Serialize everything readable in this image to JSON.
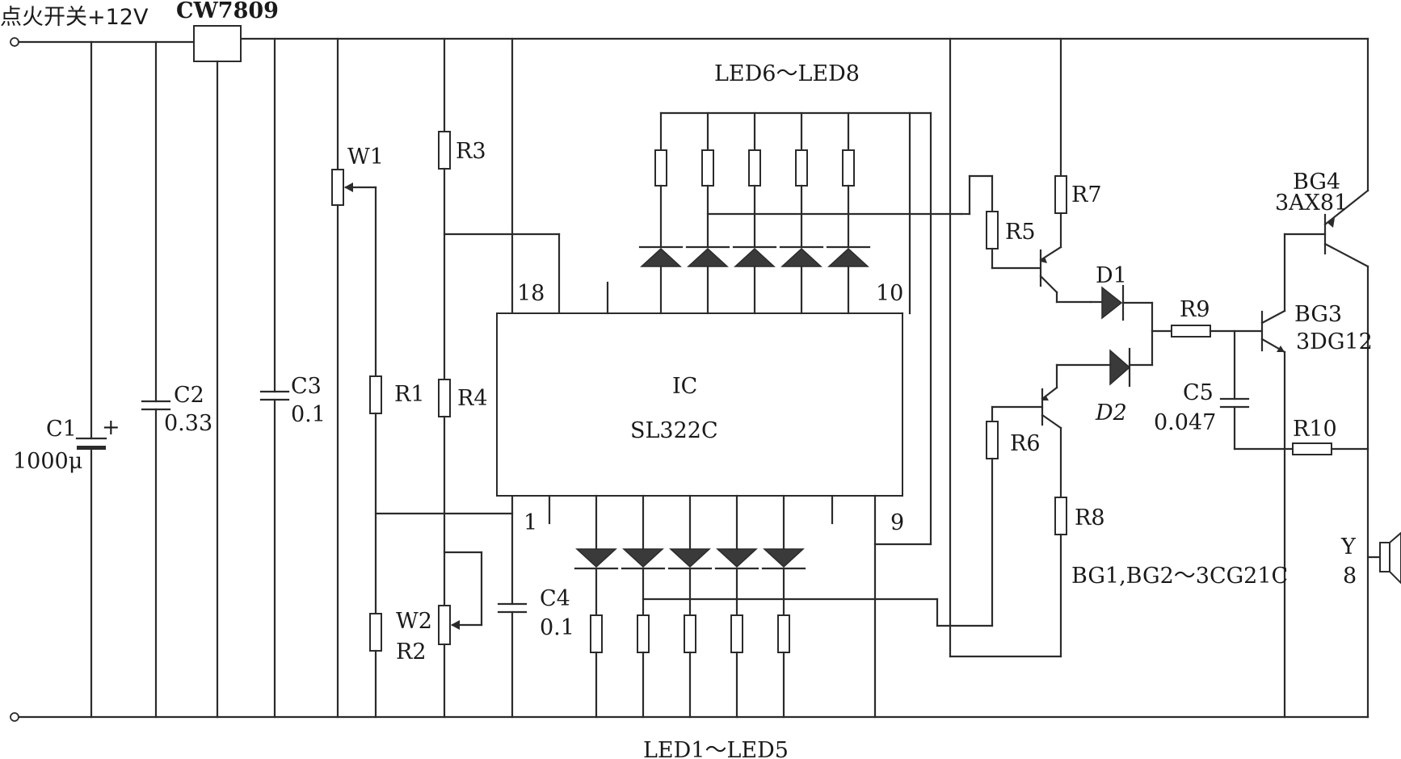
{
  "title_power": "点火开关+12V",
  "regulator": "CW7809",
  "ic": {
    "name": "IC",
    "part": "SL322C",
    "pin18": "18",
    "pin10": "10",
    "pin1": "1",
    "pin9": "9"
  },
  "led_top_group": "LED6～LED8",
  "led_bottom_group": "LED1～LED5",
  "caps": {
    "c1": "C1",
    "c1_val": "1000μ",
    "c1_plus": "+",
    "c2": "C2",
    "c2_val": "0.33",
    "c3": "C3",
    "c3_val": "0.1",
    "c4": "C4",
    "c4_val": "0.1",
    "c5": "C5",
    "c5_val": "0.047"
  },
  "resistors": {
    "w1": "W1",
    "r1": "R1",
    "r3": "R3",
    "r4": "R4",
    "w2": "W2",
    "r2": "R2",
    "r5": "R5",
    "r6": "R6",
    "r7": "R7",
    "r8": "R8",
    "r9": "R9",
    "r10": "R10"
  },
  "diodes": {
    "d1": "D1",
    "d2": "D2"
  },
  "transistors": {
    "bg4": "BG4",
    "bg4_type": "3AX81",
    "bg3": "BG3",
    "bg3_type": "3DG12",
    "bg12_note": "BG1,BG2～3CG21C"
  },
  "speaker": {
    "name": "Y",
    "ohm": "8"
  }
}
